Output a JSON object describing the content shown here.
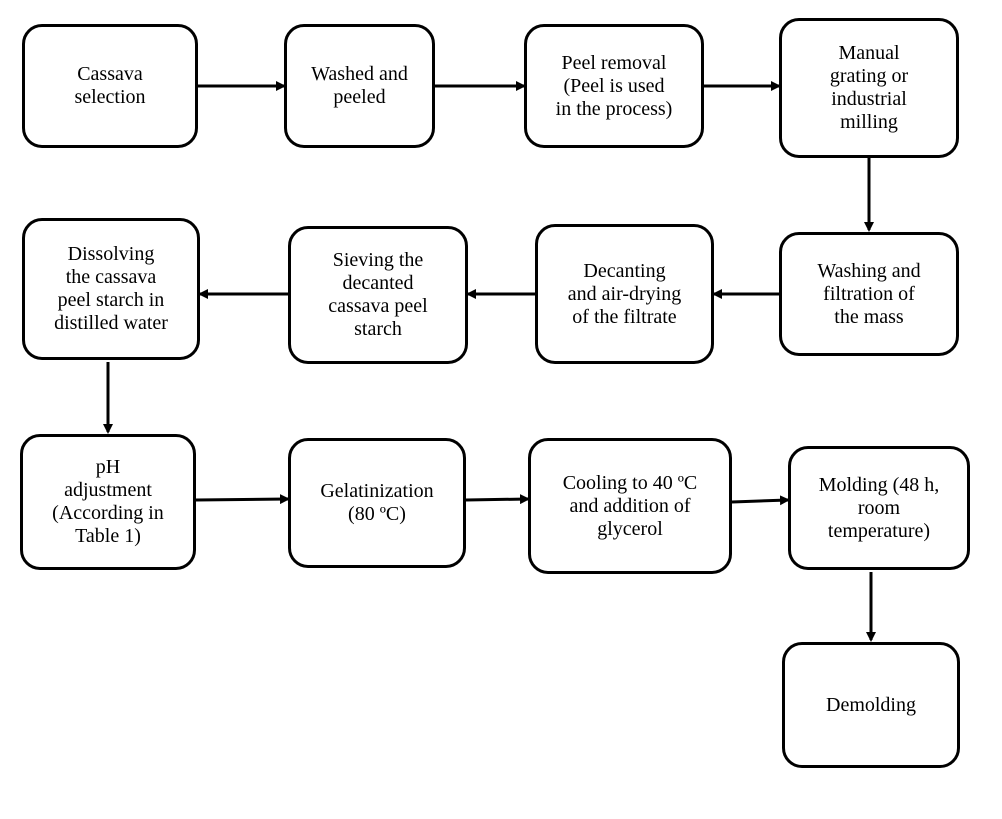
{
  "flowchart": {
    "steps": [
      {
        "id": "cassava-selection",
        "label": "Cassava\nselection"
      },
      {
        "id": "washed-peeled",
        "label": "Washed and\npeeled"
      },
      {
        "id": "peel-removal",
        "label": "Peel removal\n(Peel is used\nin the process)"
      },
      {
        "id": "grating-milling",
        "label": "Manual\ngrating or\nindustrial\nmilling"
      },
      {
        "id": "washing-filtration",
        "label": "Washing and\nfiltration of\nthe mass"
      },
      {
        "id": "decanting-drying",
        "label": "Decanting\nand air-drying\nof the filtrate"
      },
      {
        "id": "sieving",
        "label": "Sieving the\ndecanted\ncassava peel\nstarch"
      },
      {
        "id": "dissolving",
        "label": "Dissolving\nthe cassava\npeel starch in\ndistilled water"
      },
      {
        "id": "ph-adjustment",
        "label": "pH\nadjustment\n(According in\nTable 1)"
      },
      {
        "id": "gelatinization",
        "label": "Gelatinization\n(80 ºC)"
      },
      {
        "id": "cooling-glycerol",
        "label": "Cooling to 40 ºC\nand addition of\nglycerol"
      },
      {
        "id": "molding",
        "label": "Molding (48 h,\nroom\ntemperature)"
      },
      {
        "id": "demolding",
        "label": "Demolding"
      }
    ],
    "connections": [
      [
        "cassava-selection",
        "washed-peeled"
      ],
      [
        "washed-peeled",
        "peel-removal"
      ],
      [
        "peel-removal",
        "grating-milling"
      ],
      [
        "grating-milling",
        "washing-filtration"
      ],
      [
        "washing-filtration",
        "decanting-drying"
      ],
      [
        "decanting-drying",
        "sieving"
      ],
      [
        "sieving",
        "dissolving"
      ],
      [
        "dissolving",
        "ph-adjustment"
      ],
      [
        "ph-adjustment",
        "gelatinization"
      ],
      [
        "gelatinization",
        "cooling-glycerol"
      ],
      [
        "cooling-glycerol",
        "molding"
      ],
      [
        "molding",
        "demolding"
      ]
    ]
  }
}
